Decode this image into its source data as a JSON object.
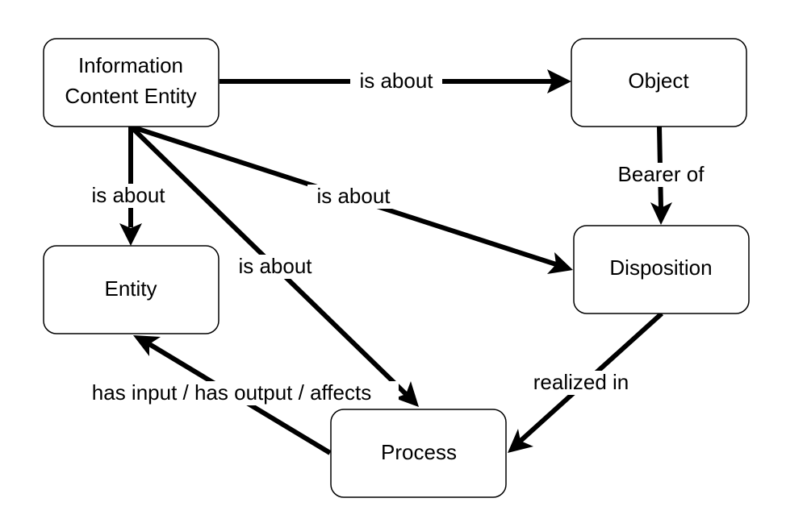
{
  "nodes": {
    "ice": {
      "line1": "Information",
      "line2": "Content Entity"
    },
    "object": {
      "label": "Object"
    },
    "entity": {
      "label": "Entity"
    },
    "disposition": {
      "label": "Disposition"
    },
    "process": {
      "label": "Process"
    }
  },
  "edges": {
    "ice_object": "is about",
    "ice_entity": "is about",
    "ice_disposition": "is about",
    "ice_process": "is about",
    "object_disposition": "Bearer of",
    "disposition_process": "realized in",
    "process_entity": "has input / has output / affects"
  }
}
